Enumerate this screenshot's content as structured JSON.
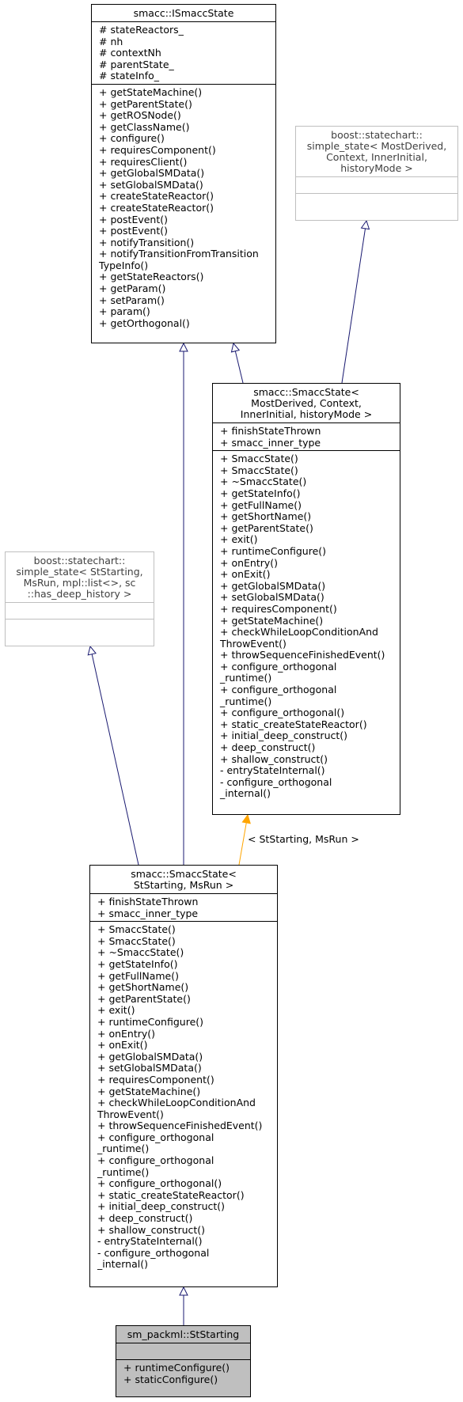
{
  "colors": {
    "inheritance_edge": "#191970",
    "template_edge": "#ffa500",
    "external_border": "#bfbfbf",
    "selected_fill": "#bfbfbf"
  },
  "classes": {
    "ismacc_state": {
      "title": [
        "smacc::ISmaccState"
      ],
      "attributes": [
        "# stateReactors_",
        "# nh",
        "# contextNh",
        "# parentState_",
        "# stateInfo_"
      ],
      "methods": [
        "+ getStateMachine()",
        "+ getParentState()",
        "+ getROSNode()",
        "+ getClassName()",
        "+ configure()",
        "+ requiresComponent()",
        "+ requiresClient()",
        "+ getGlobalSMData()",
        "+ setGlobalSMData()",
        "+ createStateReactor()",
        "+ createStateReactor()",
        "+ postEvent()",
        "+ postEvent()",
        "+ notifyTransition()",
        "+ notifyTransitionFromTransition",
        "TypeInfo()",
        "+ getStateReactors()",
        "+ getParam()",
        "+ setParam()",
        "+ param()",
        "+ getOrthogonal()"
      ]
    },
    "simple_state_generic": {
      "title": [
        "boost::statechart::",
        "simple_state< MostDerived,",
        "Context, InnerInitial,",
        "historyMode >"
      ]
    },
    "smacc_state_generic": {
      "title": [
        "smacc::SmaccState<",
        "MostDerived, Context,",
        "InnerInitial, historyMode >"
      ],
      "attributes": [
        "+ finishStateThrown",
        "+ smacc_inner_type"
      ],
      "methods": [
        "+ SmaccState()",
        "+ SmaccState()",
        "+ ~SmaccState()",
        "+ getStateInfo()",
        "+ getFullName()",
        "+ getShortName()",
        "+ getParentState()",
        "+ exit()",
        "+ runtimeConfigure()",
        "+ onEntry()",
        "+ onExit()",
        "+ getGlobalSMData()",
        "+ setGlobalSMData()",
        "+ requiresComponent()",
        "+ getStateMachine()",
        "+ checkWhileLoopConditionAnd",
        "ThrowEvent()",
        "+ throwSequenceFinishedEvent()",
        "+ configure_orthogonal",
        "_runtime()",
        "+ configure_orthogonal",
        "_runtime()",
        "+ configure_orthogonal()",
        "+ static_createStateReactor()",
        "+ initial_deep_construct()",
        "+ deep_construct()",
        "+ shallow_construct()",
        "- entryStateInternal()",
        "- configure_orthogonal",
        "_internal()"
      ]
    },
    "simple_state_specific": {
      "title": [
        "boost::statechart::",
        "simple_state< StStarting,",
        "MsRun, mpl::list<>, sc",
        "::has_deep_history >"
      ]
    },
    "smacc_state_specific": {
      "title": [
        "smacc::SmaccState<",
        "StStarting, MsRun >"
      ],
      "attributes": [
        "+ finishStateThrown",
        "+ smacc_inner_type"
      ],
      "methods": [
        "+ SmaccState()",
        "+ SmaccState()",
        "+ ~SmaccState()",
        "+ getStateInfo()",
        "+ getFullName()",
        "+ getShortName()",
        "+ getParentState()",
        "+ exit()",
        "+ runtimeConfigure()",
        "+ onEntry()",
        "+ onExit()",
        "+ getGlobalSMData()",
        "+ setGlobalSMData()",
        "+ requiresComponent()",
        "+ getStateMachine()",
        "+ checkWhileLoopConditionAnd",
        "ThrowEvent()",
        "+ throwSequenceFinishedEvent()",
        "+ configure_orthogonal",
        "_runtime()",
        "+ configure_orthogonal",
        "_runtime()",
        "+ configure_orthogonal()",
        "+ static_createStateReactor()",
        "+ initial_deep_construct()",
        "+ deep_construct()",
        "+ shallow_construct()",
        "- entryStateInternal()",
        "- configure_orthogonal",
        "_internal()"
      ]
    },
    "st_starting": {
      "title": [
        "sm_packml::StStarting"
      ],
      "methods": [
        "+ runtimeConfigure()",
        "+ staticConfigure()"
      ]
    }
  },
  "edge_labels": {
    "template_binding": "< StStarting, MsRun >"
  }
}
